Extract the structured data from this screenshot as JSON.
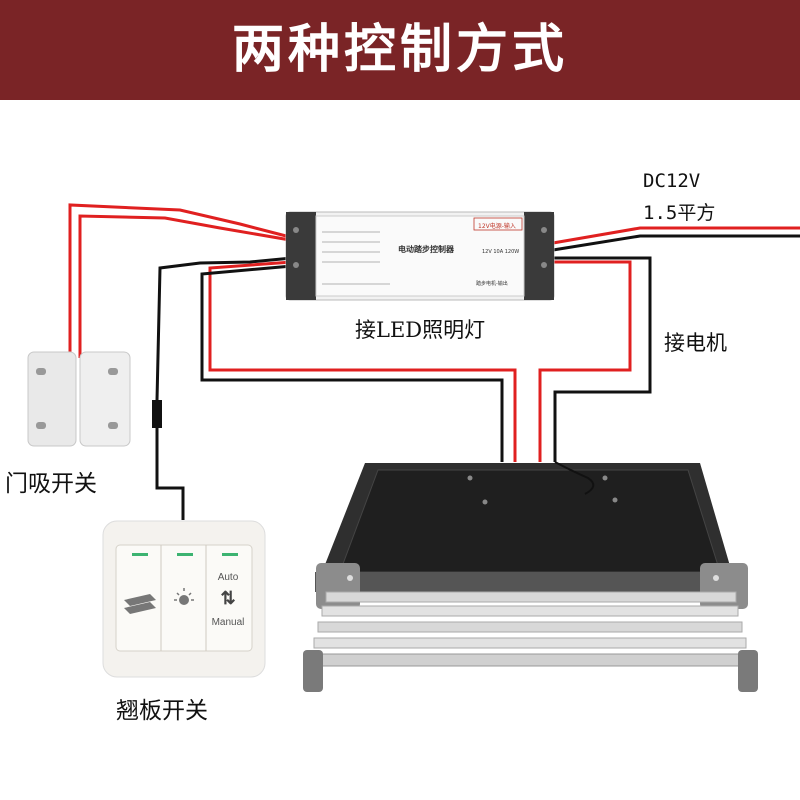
{
  "header": {
    "title": "两种控制方式"
  },
  "labels": {
    "power_line1": "DC12V",
    "power_line2": "1.5平方",
    "led": "接LED照明灯",
    "motor": "接电机",
    "door_switch": "门吸开关",
    "rocker_switch": "翘板开关"
  },
  "controller": {
    "name": "电动踏步控制器",
    "power_input": "12V电源-输入",
    "spec": "12V 10A 120W",
    "motor_output": "踏步电机-输出"
  },
  "rocker": {
    "auto": "Auto",
    "manual": "Manual",
    "arrows": "⇅"
  },
  "colors": {
    "banner": "#7a2426",
    "wire_red": "#e02020",
    "wire_black": "#111111"
  },
  "icons": [
    "controller-box",
    "door-magnet-switch",
    "rocker-switch",
    "step-device",
    "lightbulb-icon",
    "step-icon"
  ]
}
